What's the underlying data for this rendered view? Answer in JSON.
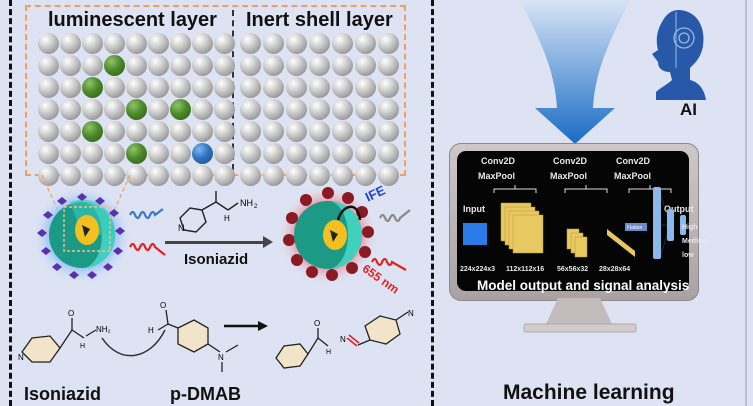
{
  "left_panel": {
    "layer_titles": {
      "luminescent": "luminescent layer",
      "inert": "Inert shell layer"
    },
    "luminescent_grid": {
      "rows": 7,
      "cols": 9,
      "green_cells": [
        [
          1,
          3
        ],
        [
          2,
          2
        ],
        [
          3,
          4
        ],
        [
          3,
          6
        ],
        [
          4,
          2
        ],
        [
          5,
          4
        ]
      ],
      "blue_cells": [
        [
          5,
          7
        ]
      ]
    },
    "inert_grid": {
      "rows": 7,
      "cols": 7
    },
    "reaction_reagent": "Isoniazid",
    "ife_label": "IFE",
    "emission_label": "655 nm",
    "scheme": {
      "reactant1": "Isoniazid",
      "reactant2": "p-DMAB",
      "nh2": "NH₂",
      "n_label": "N",
      "h_label": "H",
      "o_label": "O"
    },
    "colors": {
      "green_dopant": "#4c8a2a",
      "blue_dopant": "#2f74c0",
      "orange_box": "#f0a060",
      "emission_red": "#e52020",
      "ife_blue": "#1f3fd8"
    }
  },
  "right_panel": {
    "ai_label": "AI",
    "cnn": {
      "stages": [
        {
          "line1": "Conv2D",
          "line2": "MaxPool"
        },
        {
          "line1": "Conv2D",
          "line2": "MaxPool"
        },
        {
          "line1": "Conv2D",
          "line2": "MaxPool"
        }
      ],
      "input_label": "Input",
      "flatten_label": "Flatten",
      "output_label": "Output",
      "dims": [
        "224x224x3",
        "112x112x16",
        "56x56x32",
        "28x28x64"
      ],
      "classes": [
        "High",
        "Medium",
        "low"
      ],
      "caption": "Model output and signal analysis"
    },
    "title": "Machine learning"
  }
}
